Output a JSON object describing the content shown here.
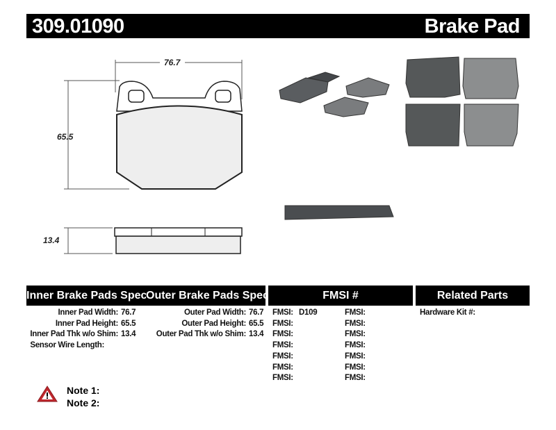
{
  "header": {
    "part_number": "309.01090",
    "product_type": "Brake Pad"
  },
  "dimensions": {
    "width": "76.7",
    "height": "65.5",
    "thickness": "13.4"
  },
  "tables": {
    "inner": {
      "title": "Inner Brake Pads Specs",
      "rows": [
        {
          "label": "Inner Pad Width:",
          "value": "76.7"
        },
        {
          "label": "Inner Pad Height:",
          "value": "65.5"
        },
        {
          "label": "Inner Pad Thk w/o Shim:",
          "value": "13.4"
        },
        {
          "label": "Sensor Wire Length:",
          "value": ""
        }
      ]
    },
    "outer": {
      "title": "Outer Brake Pads Specs",
      "rows": [
        {
          "label": "Outer Pad Width:",
          "value": "76.7"
        },
        {
          "label": "Outer Pad Height:",
          "value": "65.5"
        },
        {
          "label": "Outer Pad Thk w/o Shim:",
          "value": "13.4"
        }
      ]
    },
    "fmsi": {
      "title": "FMSI #",
      "label": "FMSI:",
      "col1": [
        "D109",
        "",
        "",
        "",
        "",
        "",
        ""
      ],
      "col2": [
        "",
        "",
        "",
        "",
        "",
        "",
        ""
      ]
    },
    "related": {
      "title": "Related Parts",
      "rows": [
        {
          "label": "Hardware Kit #:",
          "value": ""
        }
      ]
    }
  },
  "notes": [
    {
      "label": "Note 1:",
      "value": ""
    },
    {
      "label": "Note 2:",
      "value": ""
    }
  ],
  "icons": {
    "warning": "warning-triangle-icon"
  },
  "colors": {
    "header_bg": "#000000",
    "warning": "#c0272d",
    "pad_photo": "#5a5d60"
  }
}
